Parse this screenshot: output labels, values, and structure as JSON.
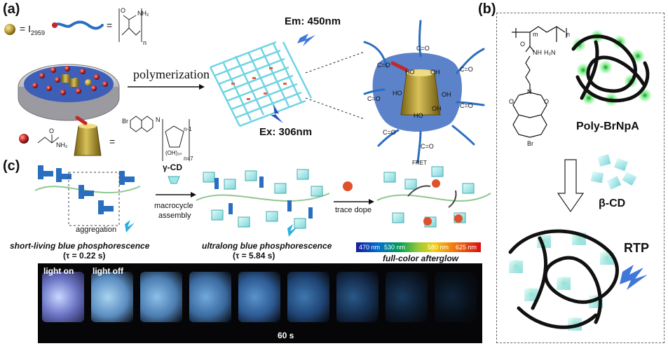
{
  "panel_a": {
    "label": "(a)",
    "legend_i2959": "= I",
    "legend_i2959_sub": "2959",
    "legend_polymer_eq": "=",
    "legend_monomer_eq": "=",
    "em_label": "Em: 450nm",
    "ex_label": "Ex: 306nm",
    "arrow_text": "polymerization",
    "subscript_n": "n",
    "nh2": "NH₂",
    "o_label": "O",
    "br_label": "Br",
    "n_plus": "N",
    "n7": "n=7",
    "n1": "n-1",
    "oh_2n": "(OH)₂ₙ",
    "cd_ho": "HO",
    "cd_oh": "OH",
    "cd_co": "C=O"
  },
  "panel_b": {
    "label": "(b)",
    "polymer_name": "Poly-BrNpA",
    "cd_name": "β-CD",
    "rtp_label": "RTP",
    "m": "m",
    "n": "n",
    "nh": "NH",
    "h2n": "H₂N",
    "o": "O",
    "br": "Br",
    "n_atom": "N"
  },
  "panel_c": {
    "label": "(c)",
    "aggregation": "aggregation",
    "gamma_cd": "γ-CD",
    "macrocycle_line1": "macrocycle",
    "macrocycle_line2": "assembly",
    "trace_dope": "trace dope",
    "fret": "FRET",
    "short_living": "short-living blue phosphorescence",
    "tau_short": "(τ = 0.22 s)",
    "ultralong": "ultralong blue phosphorescence",
    "tau_long": "(τ = 5.84 s)",
    "spectrum_labels": [
      "470 nm",
      "530 nm",
      "580 nm",
      "625 nm"
    ],
    "full_color": "full-color afterglow",
    "light_on": "light on",
    "light_off": "light off",
    "time_axis": "60 s"
  },
  "colors": {
    "network": "#5fd0e0",
    "cd_gold": "#c8a840",
    "monomer_red": "#c0282a",
    "chromophore_blue": "#2a6ec0",
    "panel_b_green": "#5ee06a",
    "cd_cyan": "#9ce8ea",
    "lightning_blue": "#3f78d8"
  }
}
